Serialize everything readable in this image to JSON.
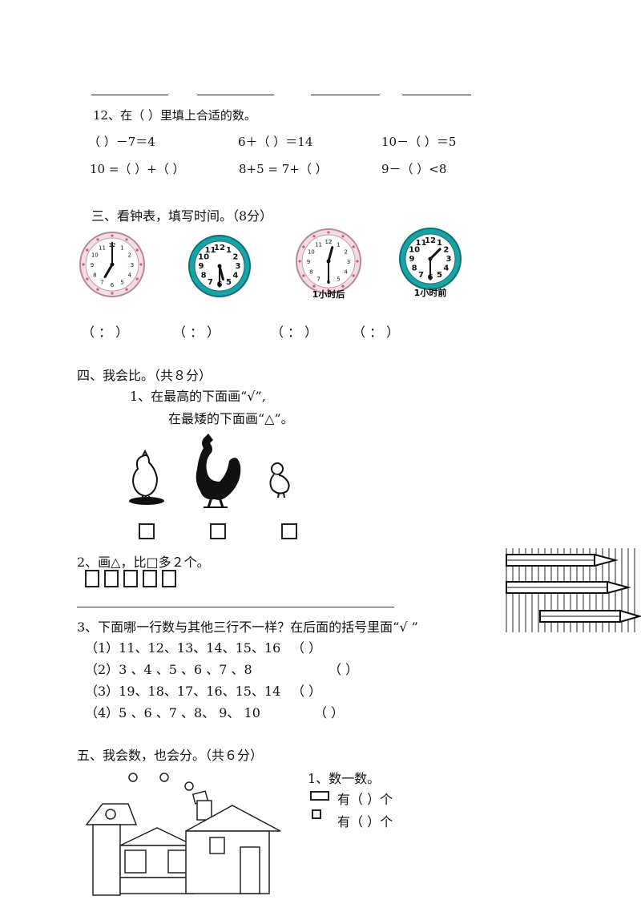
{
  "q12": {
    "title": "12、在（   ）里填上合适的数。",
    "row1": [
      "（    ）－7＝4",
      "6＋（    ）＝14",
      "10－（    ）＝5"
    ],
    "row2": [
      "10 =（   ）+（   ）",
      "8+5 = 7+（   ）",
      "9－（    ）<8"
    ]
  },
  "sec3": {
    "title": "三、看钟表，填写时间。（8分）",
    "clocks": [
      {
        "style": "pink",
        "hour": 7,
        "minute": 0,
        "caption": ""
      },
      {
        "style": "teal",
        "hour": 5,
        "minute": 30,
        "caption": ""
      },
      {
        "style": "pink",
        "hour": 12,
        "minute": 30,
        "caption": "1小时后"
      },
      {
        "style": "teal",
        "hour": 1,
        "minute": 30,
        "caption": "1小时前"
      }
    ],
    "answers": [
      "（   ：   ）",
      "（   ：   ）",
      "（   ：   ）",
      "（   ：   ）"
    ]
  },
  "sec4": {
    "title": "四、我会比。（共８分）",
    "q1_line1": "1、在最高的下面画“√”,",
    "q1_line2": "在最矮的下面画“△”。",
    "q2": "2、画△，比□多２个。",
    "q3": "3、下面哪一行数与其他三行不一样？在后面的括号里面“√ ”",
    "rows": [
      {
        "label": "（1）11、12、13、14、15、16",
        "paren": "（          ）"
      },
      {
        "label": "（2）3  、4  、5  、6  、7  、8",
        "paren": "（          ）"
      },
      {
        "label": "（3）19、18、17、16、15、14",
        "paren": "（          ）"
      },
      {
        "label": "（4）5  、6  、7  、8、 9、 10",
        "paren": "（          ）"
      }
    ]
  },
  "sec5": {
    "title": "五、我会数，也会分。（共６分）",
    "q1": "1、数一数。",
    "count1": "有（    ）个",
    "count2": "有（    ）个"
  }
}
